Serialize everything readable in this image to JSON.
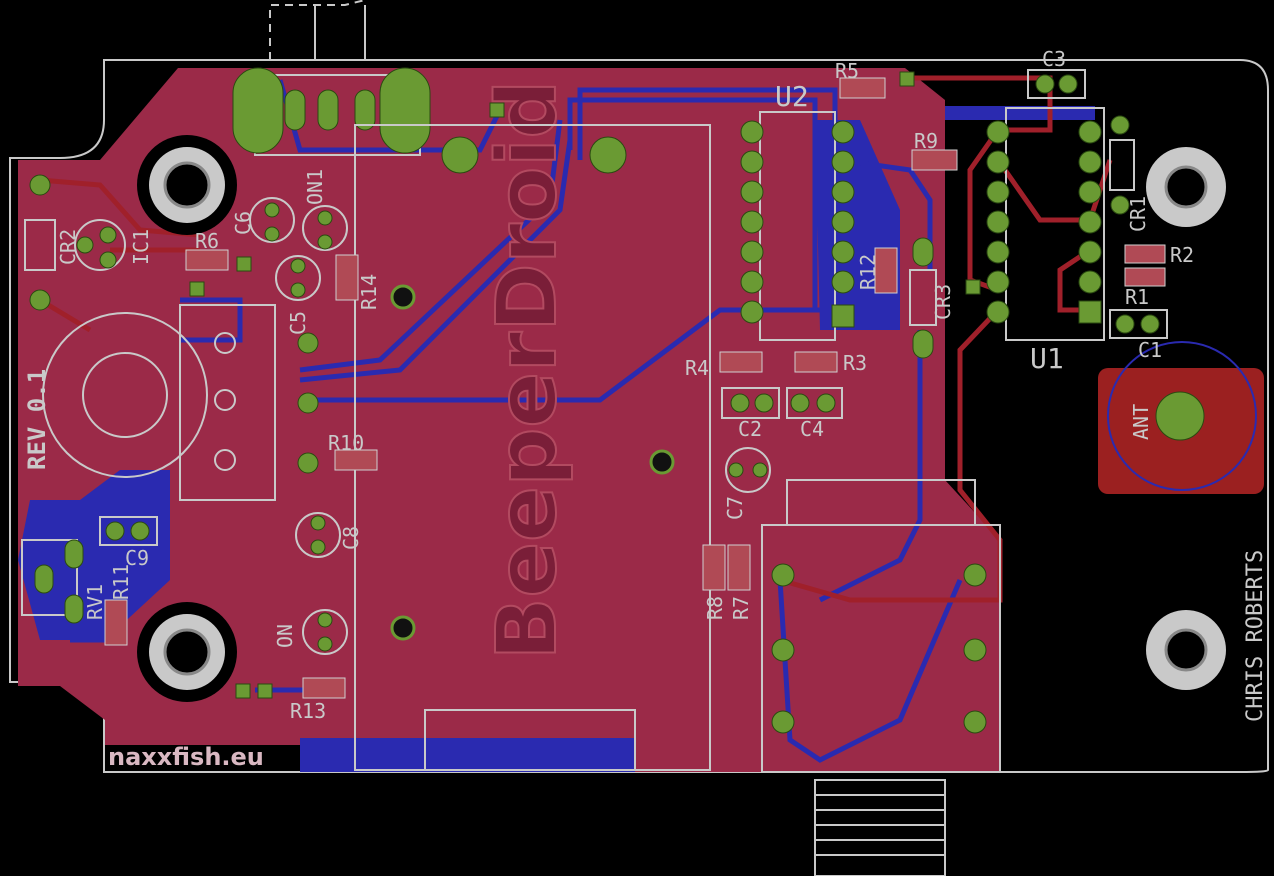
{
  "board": {
    "title": "BeeperDroid",
    "revision": "REV 0.1",
    "website": "naxxfish.eu",
    "author": "CHRIS ROBERTS",
    "colors": {
      "background": "#000000",
      "copper_top": "#9b2a48",
      "copper_bottom": "#2a2ab0",
      "silkscreen": "#c9c9c9",
      "pads": "#6a9a33"
    }
  },
  "labels": {
    "U2": "U2",
    "U1": "U1",
    "C3": "C3",
    "R5": "R5",
    "R9": "R9",
    "CR1": "CR1",
    "R2": "R2",
    "R1": "R1",
    "C1": "C1",
    "ANT": "ANT",
    "R12": "R12",
    "CR3": "CR3",
    "R3": "R3",
    "R4": "R4",
    "C2": "C2",
    "C4": "C4",
    "C7": "C7",
    "R8": "R8",
    "R7": "R7",
    "CR2": "CR2",
    "IC1": "IC1",
    "R6": "R6",
    "C6": "C6",
    "ON1": "ON1",
    "C5": "C5",
    "R14": "R14",
    "R10": "R10",
    "C9": "C9",
    "R11": "R11",
    "RV1": "RV1",
    "C8": "C8",
    "ON": "ON",
    "R13": "R13"
  }
}
